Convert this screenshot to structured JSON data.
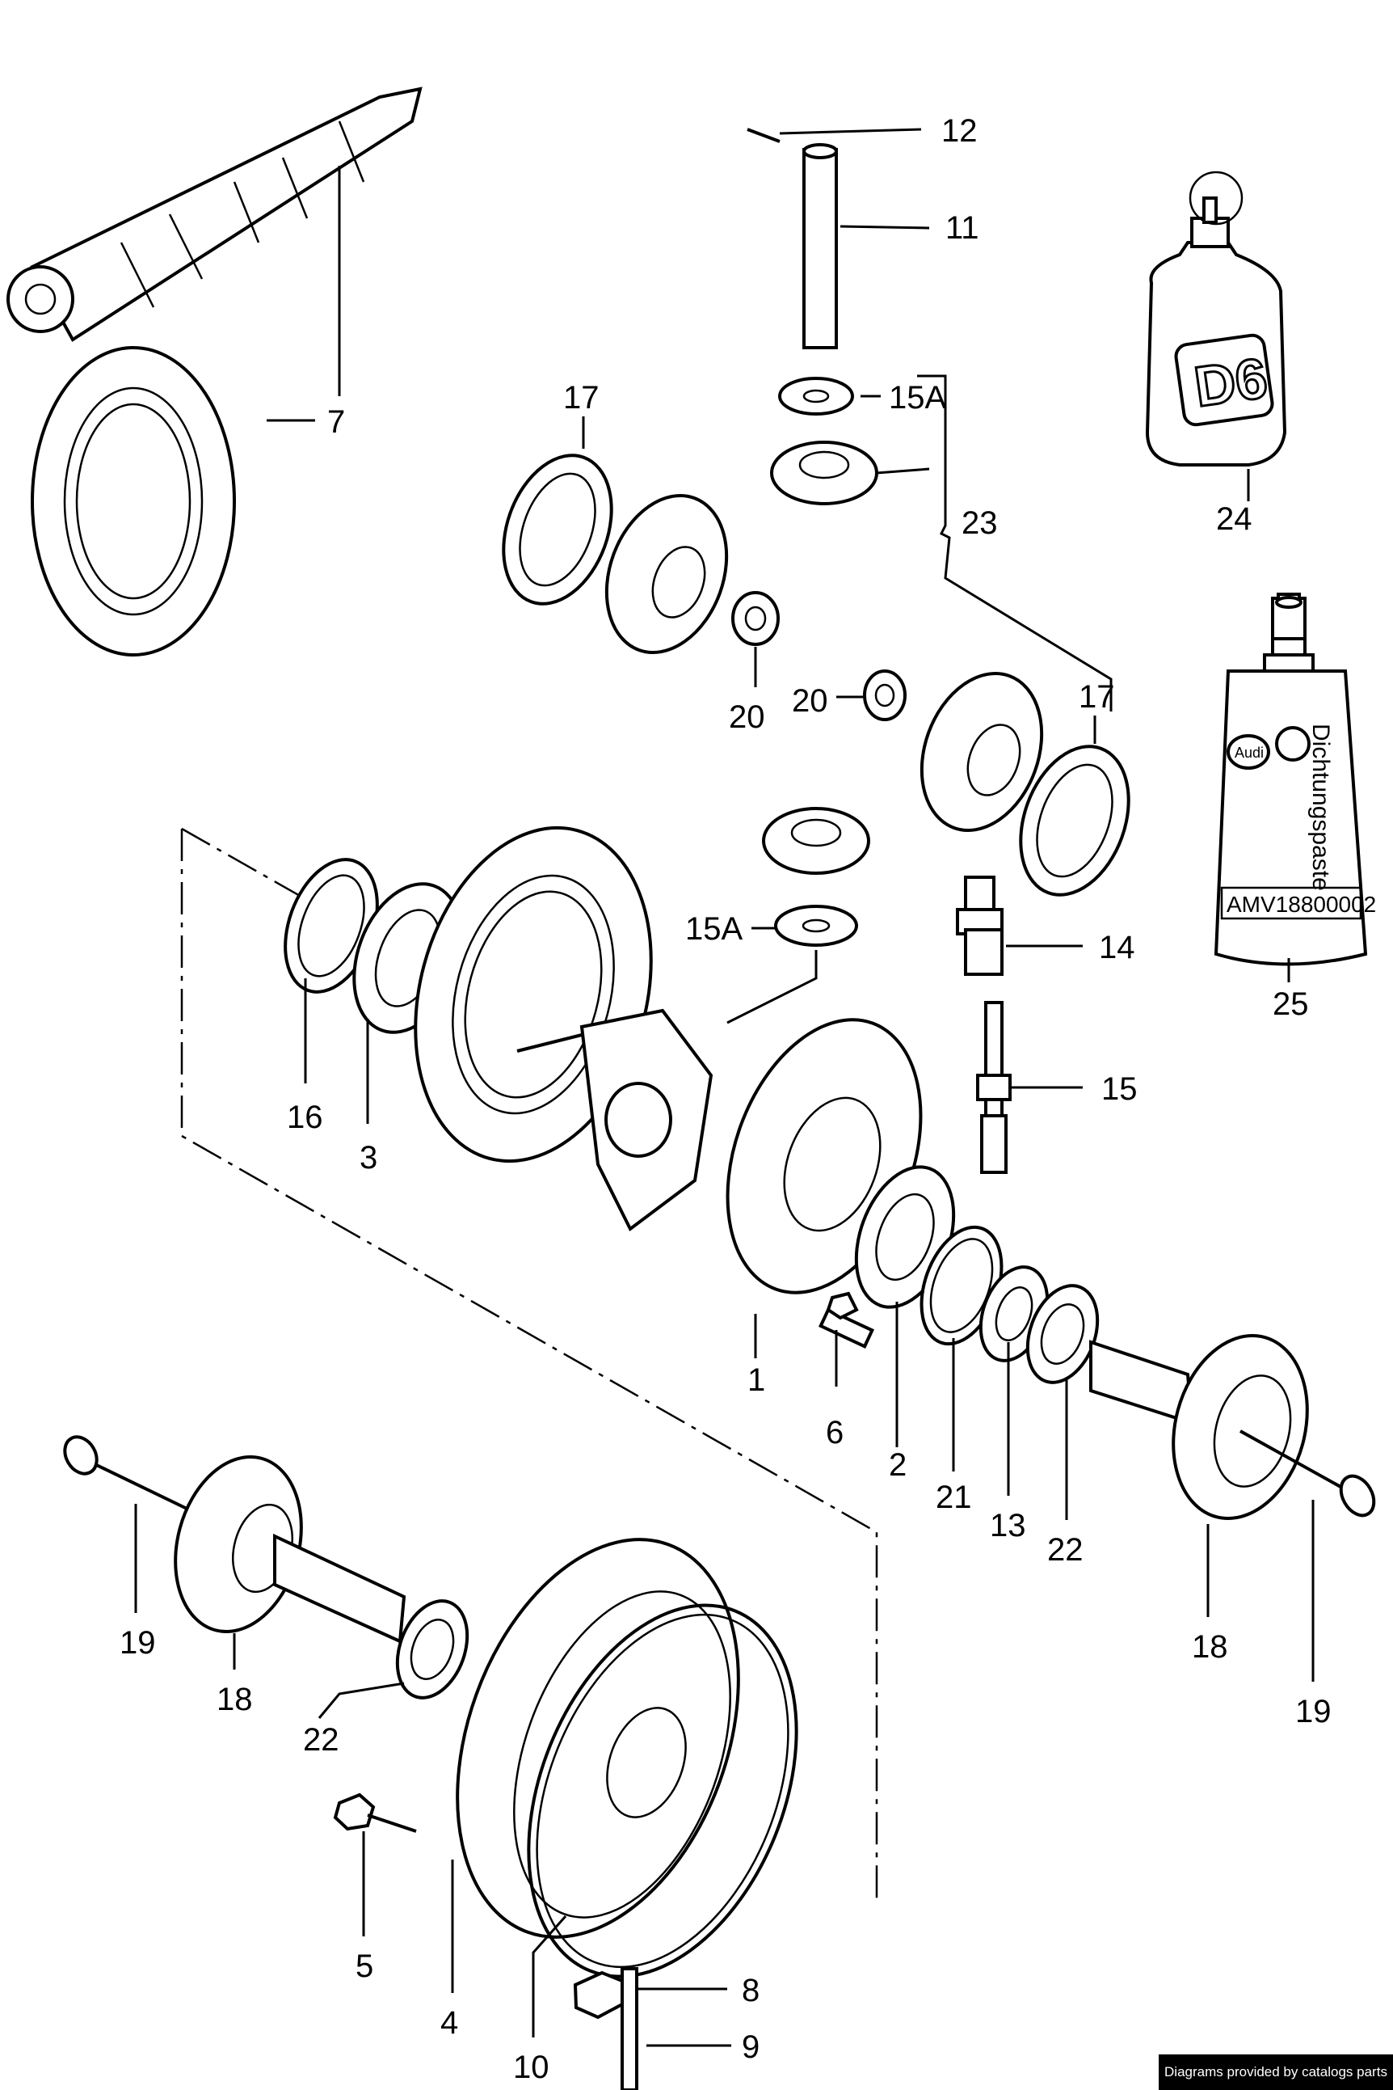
{
  "labels": {
    "p1": "1",
    "p2": "2",
    "p3": "3",
    "p4": "4",
    "p5": "5",
    "p6": "6",
    "p7": "7",
    "p8": "8",
    "p9": "9",
    "p10": "10",
    "p11": "11",
    "p12": "12",
    "p13": "13",
    "p14": "14",
    "p15": "15",
    "p15a_top": "15A",
    "p15a_bottom": "15A",
    "p16": "16",
    "p17_left": "17",
    "p17_right": "17",
    "p18_left": "18",
    "p18_right": "18",
    "p19_left": "19",
    "p19_right": "19",
    "p20_left": "20",
    "p20_right": "20",
    "p21": "21",
    "p22_left": "22",
    "p22_right": "22",
    "p23": "23",
    "p24": "24",
    "p25": "25"
  },
  "bottle_text": "D6",
  "tube_brand": "Dichtungspaste",
  "tube_code": "AMV18800002",
  "tube_logo_left": "Audi",
  "footer": "Diagrams provided by catalogs parts"
}
